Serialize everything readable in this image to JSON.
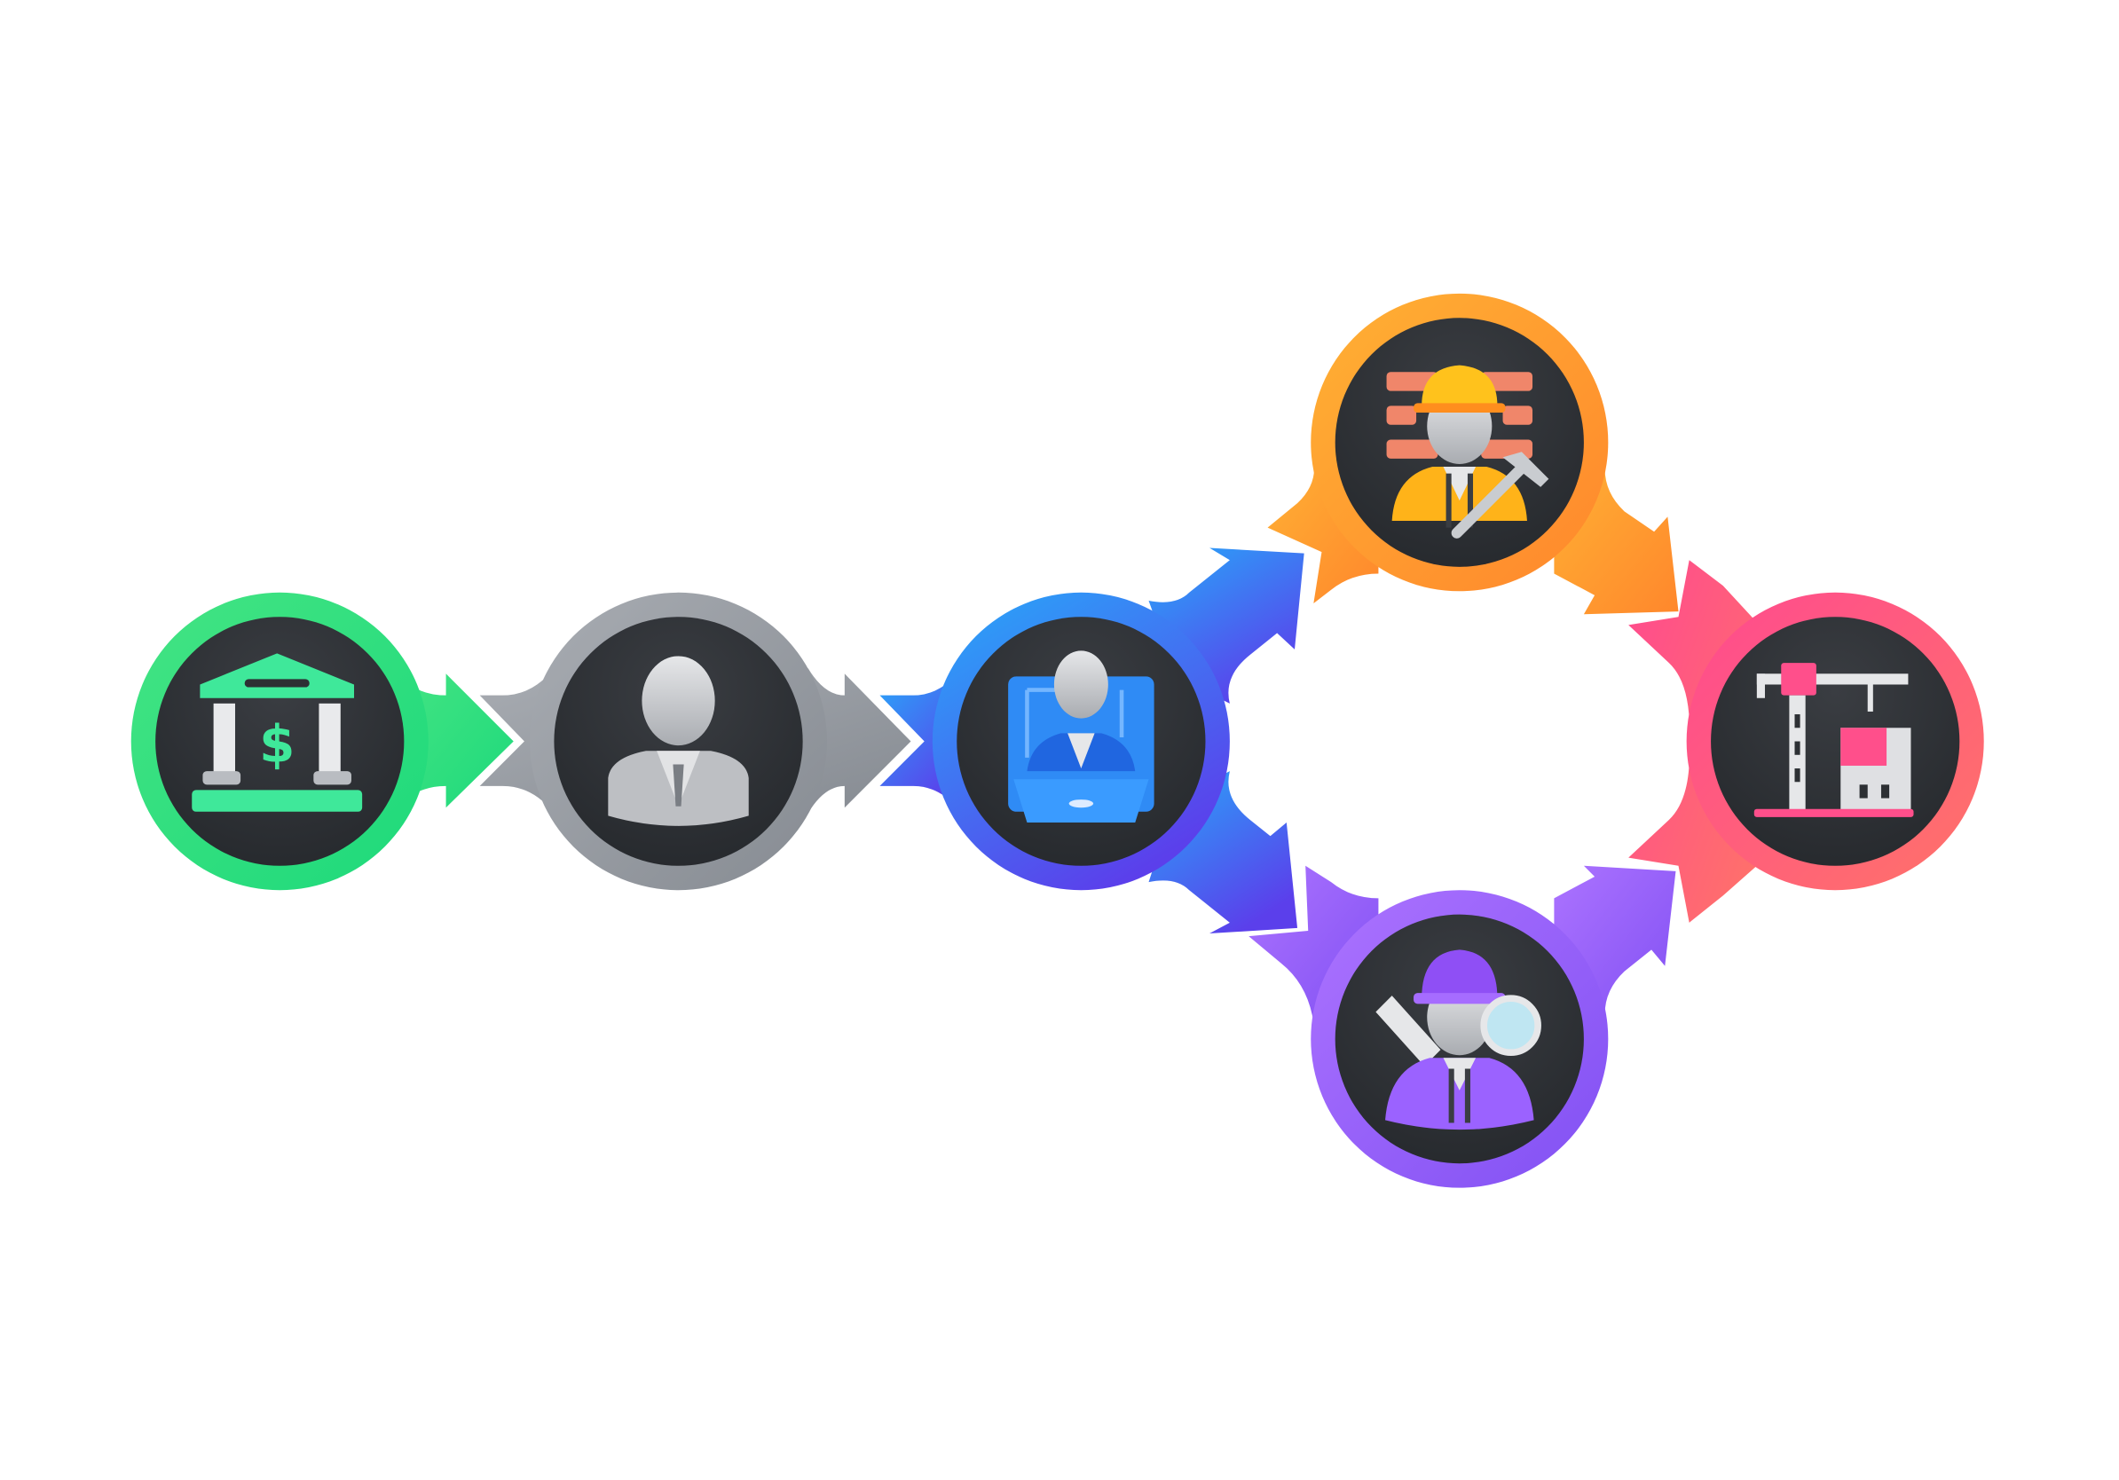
{
  "diagram": {
    "nodes": [
      {
        "id": "bank",
        "icon": "bank-dollar-icon",
        "color_a": "#3EE47E",
        "color_b": "#1ED97A"
      },
      {
        "id": "client",
        "icon": "businessman-icon",
        "color_a": "#A2A6AC",
        "color_b": "#8B9097"
      },
      {
        "id": "architect",
        "icon": "architect-laptop-icon",
        "color_a": "#2AA4F8",
        "color_b": "#5C45EE"
      },
      {
        "id": "contractor",
        "icon": "construction-worker-hammer-icon",
        "color_a": "#FFAE32",
        "color_b": "#FF8A2C"
      },
      {
        "id": "inspector",
        "icon": "inspector-magnifier-icon",
        "color_a": "#A66CFF",
        "color_b": "#8452F5"
      },
      {
        "id": "building",
        "icon": "crane-building-icon",
        "color_a": "#FF4F8B",
        "color_b": "#FF6E6E"
      }
    ],
    "links": [
      {
        "from": "bank",
        "to": "client"
      },
      {
        "from": "client",
        "to": "architect"
      },
      {
        "from": "architect",
        "to": "contractor"
      },
      {
        "from": "architect",
        "to": "inspector"
      },
      {
        "from": "contractor",
        "to": "building"
      },
      {
        "from": "inspector",
        "to": "building"
      }
    ],
    "inner_disc_color": "#2D3034"
  }
}
